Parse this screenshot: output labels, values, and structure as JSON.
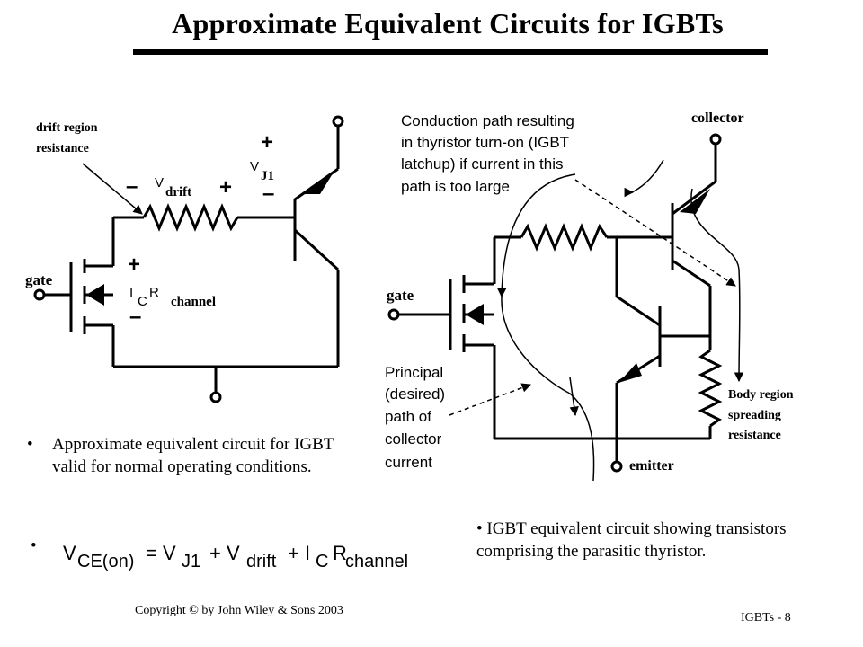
{
  "title": "Approximate Equivalent Circuits for IGBTs",
  "left_circuit": {
    "drift_label_line1": "drift region",
    "drift_label_line2": "resistance",
    "vdrift_minus": "–",
    "vdrift_v": "V",
    "vdrift_sub": "drift",
    "vdrift_plus": "+",
    "vj1_plus": "+",
    "vj1_v": "V",
    "vj1_sub": "J1",
    "vj1_minus": "–",
    "gate": "gate",
    "ic_plus": "+",
    "ic_i": "I",
    "ic_c": "C",
    "ic_r": "R",
    "ic_channel": "channel",
    "ic_minus": "–"
  },
  "right_circuit": {
    "conduction_line1": "Conduction path resulting",
    "conduction_line2": "in thyristor turn-on (IGBT",
    "conduction_line3": "latchup) if current in this",
    "conduction_line4": "path is too large",
    "collector": "collector",
    "gate": "gate",
    "principal_line1": "Principal",
    "principal_line2": "(desired)",
    "principal_line3": "path of",
    "principal_line4": "collector",
    "principal_line5": "current",
    "emitter": "emitter",
    "body_line1": "Body region",
    "body_line2": "spreading",
    "body_line3": "resistance"
  },
  "bullets": {
    "left_dot": "•",
    "left_text": "Approximate equivalent circuit for IGBT valid for normal operating conditions.",
    "right_text": "• IGBT equivalent circuit showing transistors comprising the parasitic thyristor."
  },
  "equation": {
    "dot": "•",
    "v1": "V",
    "sub1": "CE(on)",
    "eq": "= V",
    "sub2": "J1",
    "plus1": "+ V",
    "sub3": "drift",
    "plus2": "+ I",
    "sub4": "C",
    "r": "R",
    "sub5": "channel"
  },
  "footer": {
    "copyright": "Copyright © by John Wiley & Sons 2003",
    "page": "IGBTs -  8"
  }
}
